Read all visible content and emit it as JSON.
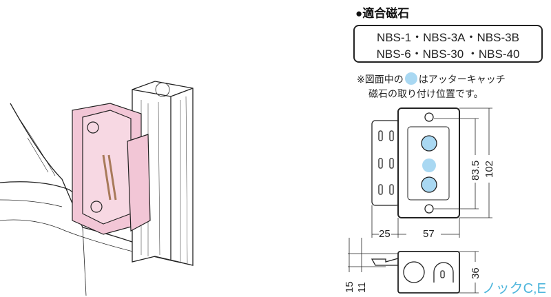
{
  "title": "●適合磁石",
  "magnets": {
    "line1": "NBS-1・NBS-3A・NBS-3B",
    "line2": "NBS-6・NBS-30 ・NBS-40"
  },
  "note": {
    "line1_prefix": "※図面中の",
    "line1_suffix": "はアッターキャッチ",
    "line2": "磁石の取り付け位置です。"
  },
  "dimensions": {
    "pitch": "83.5",
    "height": "102",
    "bracket_width": "25",
    "box_width": "57",
    "depth": "36",
    "offset1": "15",
    "offset2": "11"
  },
  "knock_label": "ノックC,E",
  "colors": {
    "box_pink": "#f2c6d6",
    "magnet_blue": "#a9d8f2",
    "knock_text": "#4fb6dc"
  }
}
